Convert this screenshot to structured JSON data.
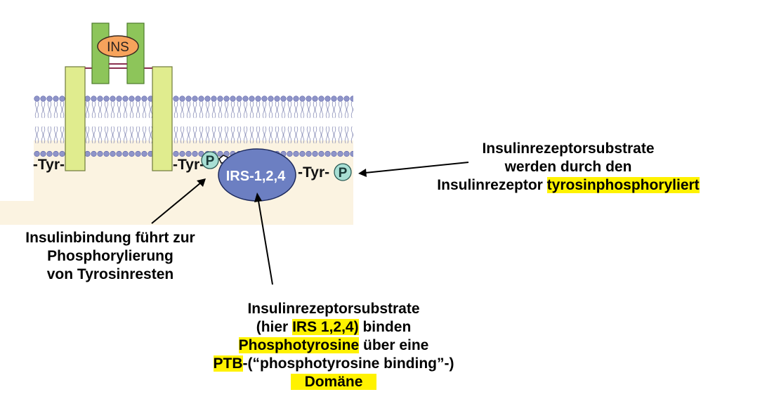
{
  "diagram": {
    "ins_label": "INS",
    "tyr_labels": [
      "-Tyr-",
      "-Tyr-",
      "-Tyr-"
    ],
    "p_label": "P",
    "irs_label": "IRS-1,2,4"
  },
  "annotations": {
    "right": {
      "line1": "Insulinrezeptorsubstrate",
      "line2": "werden durch den",
      "line3_pre": "Insulinrezeptor ",
      "line3_hl": "tyrosinphosphoryliert"
    },
    "left": {
      "line1": "Insulinbindung führt zur",
      "line2": "Phosphorylierung",
      "line3": "von Tyrosinresten"
    },
    "bottom": {
      "line1": "Insulinrezeptorsubstrate",
      "line2_pre": "(hier ",
      "line2_hl": "IRS 1,2,4)",
      "line2_post": " binden",
      "line3_hl": "Phosphotyrosine",
      "line3_post": " über eine",
      "line4_hl": "PTB",
      "line4_post": "-(“phosphotyrosine binding”-)",
      "line5_hl": "Domäne"
    }
  },
  "colors": {
    "cytoplasm": "#fbf3e1",
    "membrane_head": "#8f95c9",
    "receptor_outer": "#e0ec8e",
    "receptor_inner": "#8dc55a",
    "ins": "#f7a35c",
    "phosphate": "#a8dfd4",
    "irs": "#6c7fc2",
    "highlight": "#fff200"
  }
}
